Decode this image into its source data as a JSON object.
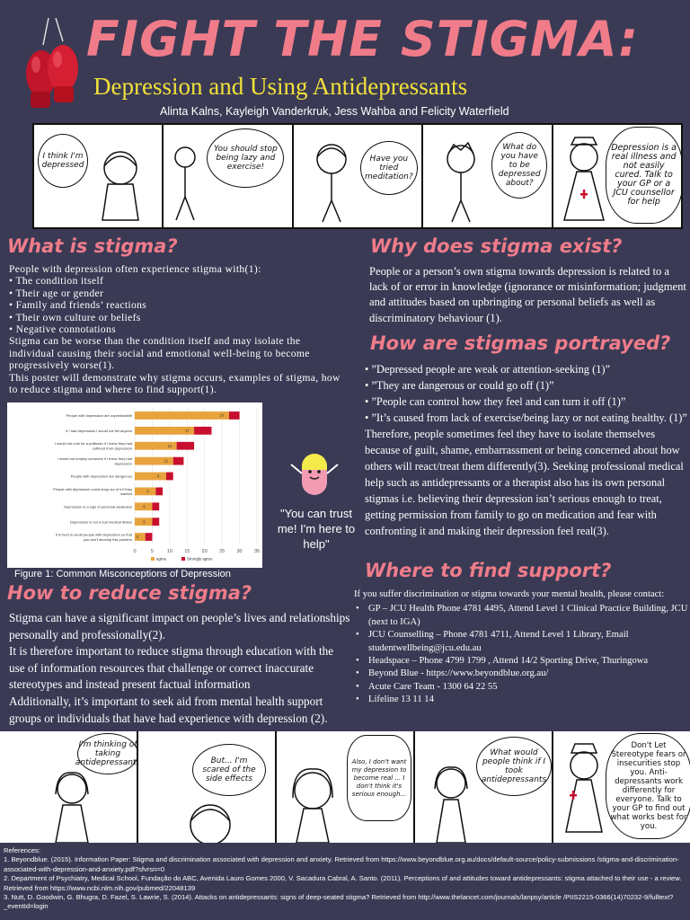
{
  "header": {
    "title": "FIGHT THE STIGMA:",
    "subtitle": "Depression and Using Antidepressants",
    "authors": "Alinta Kalns, Kayleigh Vanderkruk, Jess Wahba and Felicity Waterfield"
  },
  "top_comic": {
    "panels": [
      {
        "speech": "I think I'm depressed"
      },
      {
        "speech": "You should stop being lazy and exercise!"
      },
      {
        "speech": "Have you tried meditation?"
      },
      {
        "speech": "What do you have to be depressed about?"
      },
      {
        "speech": "Depression is a real illness and not easily cured. Talk to your GP or a JCU counsellor for help"
      }
    ]
  },
  "what_is_stigma": {
    "heading": "What is stigma?",
    "intro": "People with depression often experience stigma with(1):",
    "items": [
      "The condition itself",
      "Their age or gender",
      "Family and friends’ reactions",
      "Their own culture or beliefs",
      "Negative connotations"
    ],
    "para1": "Stigma can be worse than the condition itself and may isolate the individual causing their social and emotional well-being to become progressively worse(1).",
    "para2": "This poster will demonstrate why stigma occurs, examples of stigma, how to reduce stigma and where to find support(1)."
  },
  "chart_caption": "Figure 1: Common Misconceptions of Depression",
  "chart_data": {
    "type": "bar",
    "orientation": "horizontal",
    "stacked": true,
    "categories": [
      "People with depression are unpredictable",
      "If I had depression I would not tell anyone",
      "I would not vote for a politician if I knew they had suffered from depression",
      "I would not employ someone if I knew they had depression",
      "People with depression are dangerous",
      "People with depression could snap out of it if they wanted",
      "Depression is a sign of personal weakness",
      "Depression is not a real medical illness",
      "It is best to avoid people with depression so that you don't develop this problem"
    ],
    "series": [
      {
        "name": "agree",
        "color": "#e8a33d",
        "values": [
          27,
          17,
          12,
          11,
          9,
          6,
          5,
          5,
          3
        ]
      },
      {
        "name": "Strongly agree",
        "color": "#c8102e",
        "values": [
          3,
          5,
          5,
          3,
          2,
          2,
          2,
          2,
          2
        ]
      }
    ],
    "data_labels": [
      "27",
      "17",
      "12",
      "11",
      "9",
      "6",
      "5",
      "5",
      "3"
    ],
    "xticks": [
      "0",
      "5",
      "10",
      "15",
      "20",
      "25",
      "30",
      "35"
    ],
    "xlim": [
      0,
      35
    ],
    "legend_position": "bottom"
  },
  "pill": {
    "quote": "\"You can trust me! I'm here to help\""
  },
  "how_to_reduce": {
    "heading": "How to reduce stigma?",
    "paragraphs": [
      "Stigma can have a significant impact on people’s lives and relationships personally and professionally(2).",
      "It is therefore important to reduce stigma through education with the use of information resources that challenge or correct inaccurate stereotypes and instead present factual information",
      "Additionally, it’s important to seek aid from mental health support groups or individuals that have had experience with depression (2)."
    ]
  },
  "why_exist": {
    "heading": "Why does stigma exist?",
    "text": "People or a person’s own stigma towards depression is related to a lack of or error in knowledge (ignorance or misinformation; judgment and attitudes based on upbringing or personal beliefs as well as discriminatory behaviour (1)."
  },
  "portrayed": {
    "heading": "How are stigmas portrayed?",
    "items": [
      "”Depressed people are weak or attention-seeking (1)”",
      "”They are dangerous or could go off (1)”",
      "”People can control how they feel and can turn it off (1)”",
      "”It’s caused from lack of exercise/being lazy or not eating healthy. (1)”"
    ],
    "para": "Therefore, people sometimes feel they have to isolate themselves because of guilt, shame, embarrassment or being concerned about how others will react/treat them differently(3). Seeking professional medical help such as  antidepressants or a therapist also has its own personal stigmas i.e. believing their depression isn’t serious enough to treat, getting permission from family to go on medication and fear with confronting it and making their depression feel real(3)."
  },
  "support": {
    "heading": "Where to find support?",
    "intro": "If you suffer discrimination or stigma towards your mental health, please contact:",
    "items": [
      "GP – JCU Health Phone 4781 4495, Attend Level 1 Clinical Practice Building, JCU (next to IGA)",
      "JCU Counselling – Phone 4781 4711, Attend Level 1 Library, Email studentwellbeing@jcu.edu.au",
      "Headspace – Phone 4799 1799 , Attend 14/2 Sporting Drive, Thuringowa",
      "Beyond Blue - https://www.beyondblue.org.au/",
      "Acute Care Team - 1300 64 22 55",
      "Lifeline 13 11 14"
    ]
  },
  "bottom_comic": {
    "panels": [
      {
        "speech": "I'm thinking of taking antidepressants"
      },
      {
        "speech": "But... I'm scared of the side effects"
      },
      {
        "speech": "Also, I don't want my depression to become real ... I don't think it's serious enough..."
      },
      {
        "speech": "What would people think if I took antidepressants"
      },
      {
        "speech": "Don't Let Stereotype fears or insecurities stop you. Anti-depressants work differently for everyone. Talk to your GP to find out what works best for you."
      }
    ]
  },
  "references": {
    "heading": "References:",
    "items": [
      "1. Beyondblue. (2015). Information Paper: Stigma and discrimination associated with depression and anxiety. Retrieved from https://www.beyondblue.org.au/docs/default-source/policy-submissions /stigma-and-discrimination-associated-with-depression-and-anxiety.pdf?sfvrsn=0",
      "2. Department of Psychiatry, Medical School, Fundação do ABC, Avenida Lauro Gomes 2000, V. Sacadura Cabral, A. Santo. (2011). Perceptions of and attitudes toward antidepressants: stigma attached to their use - a review. Retrieved from https://www.ncbi.nlm.nih.gov/pubmed/22048139",
      "3. Nutt, D. Goodwin, G. Bhugra, D. Fazel, S. Lawrie, S. (2014). Attacks on antidepressants: signs of deep-seated stigma? Retrieved from http://www.thelancet.com/journals/lanpsy/article /PIIS2215-0366(14)70232-9/fulltext?_eventId=login"
    ]
  }
}
